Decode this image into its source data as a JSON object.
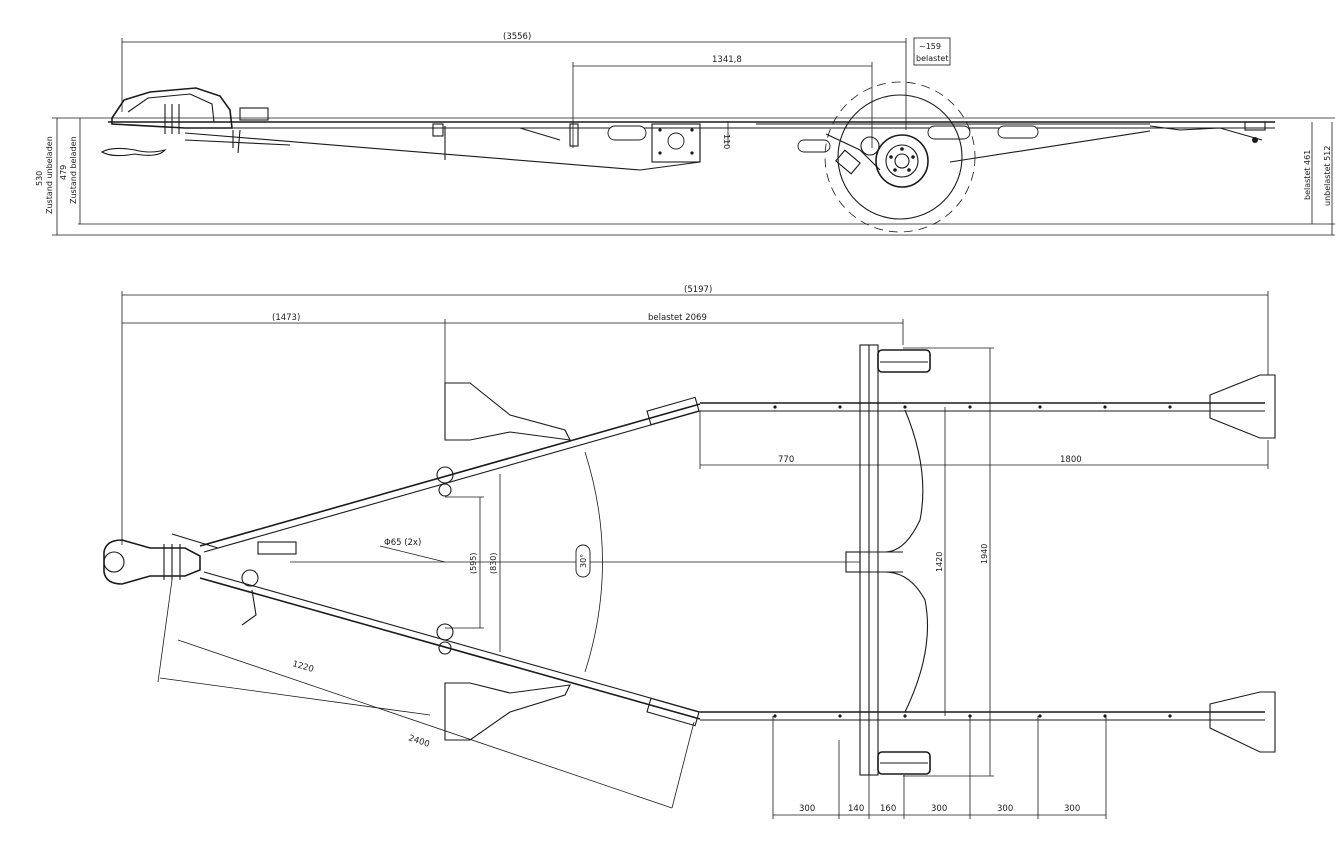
{
  "side_view": {
    "overall_length": "(3556)",
    "wheel_offset_line1": "~159",
    "wheel_offset_line2": "belastet",
    "axle_to_crossmember": "1341,8",
    "frame_height": "110",
    "left_height_total": "530",
    "left_height_total_label": "Zustand unbeladen",
    "left_height_loaded": "479",
    "left_height_loaded_label": "Zustand beladen",
    "right_height_loaded": "belastet 461",
    "right_height_unloaded": "unbelastet 512"
  },
  "top_view": {
    "overall_length": "(5197)",
    "drawbar_length": "(1473)",
    "loaded_length": "belastet 2069",
    "pivot_diameter": "Φ65 (2x)",
    "inner_spacing": "(595)",
    "outer_spacing": "(830)",
    "swing_angle": "30°",
    "front_overhang": "770",
    "rear_overhang": "1800",
    "track_inner": "1420",
    "track_outer": "1940",
    "arm_length_short": "1220",
    "arm_length_long": "2400",
    "bottom_dims": [
      "300",
      "140",
      "160",
      "300",
      "300",
      "300"
    ]
  }
}
